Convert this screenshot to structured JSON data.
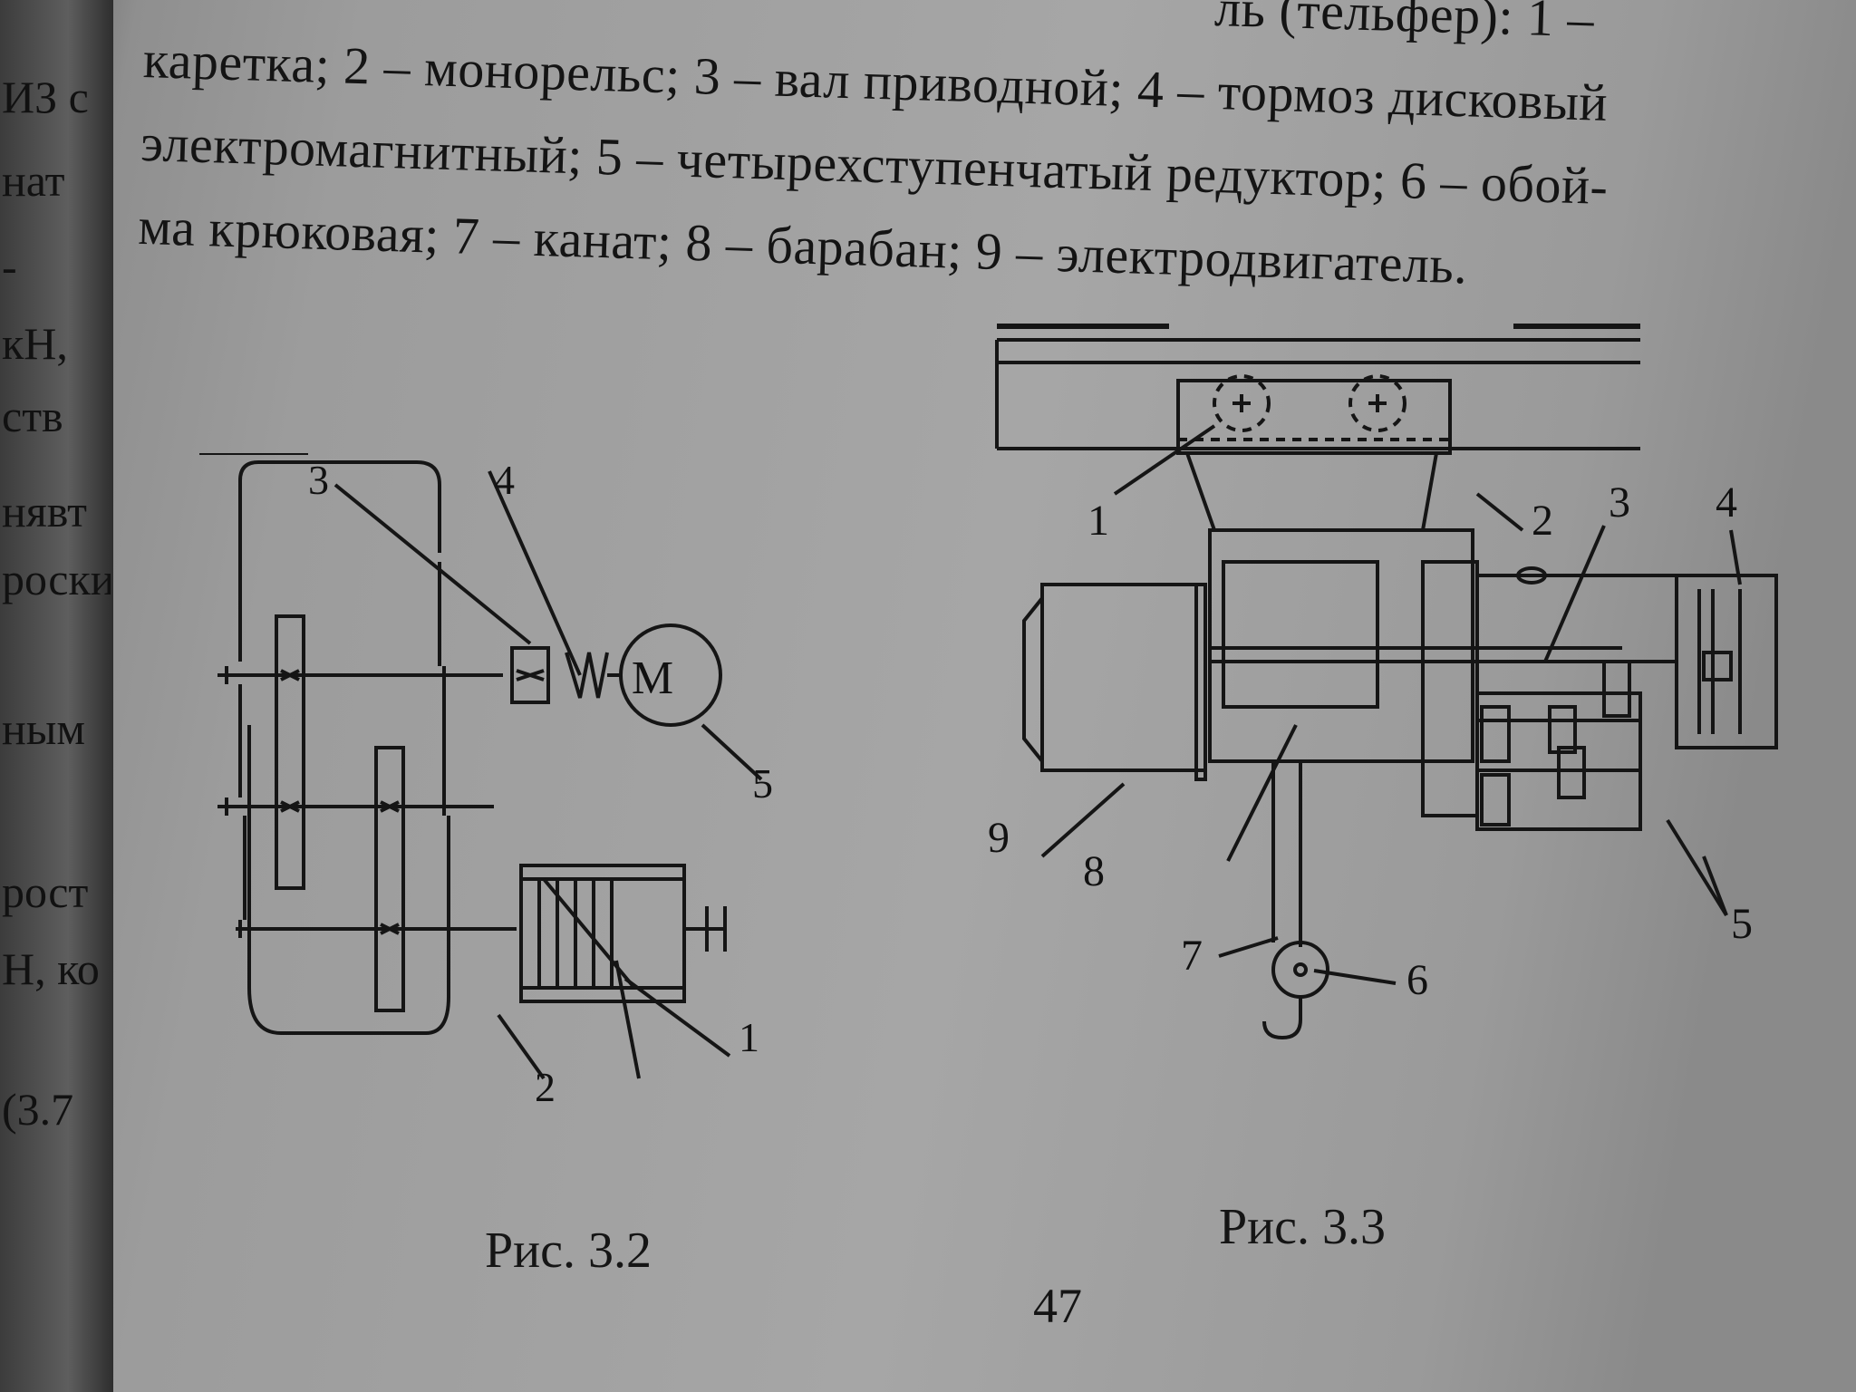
{
  "prev_page_fragments": [
    "ИЗ с",
    "нат",
    "-",
    "кН,",
    "ств",
    "нявт",
    "роски",
    "ным",
    "рост",
    "Н, ко",
    "(3.7"
  ],
  "caption_lines": [
    "ль (тельфер): 1 –",
    "каретка; 2 – монорельс; 3 – вал приводной; 4 – тормоз дисковый",
    "электромагнитный; 5 – четырехступенчатый редуктор; 6 – обой-",
    "ма крюковая; 7 – канат; 8 – барабан; 9 – электродвигатель."
  ],
  "fig32": {
    "title": "Рис. 3.2",
    "motor_symbol": "М",
    "labels": [
      "1",
      "2",
      "3",
      "4",
      "5"
    ]
  },
  "fig33": {
    "title": "Рис. 3.3",
    "labels": [
      "1",
      "2",
      "3",
      "4",
      "5",
      "6",
      "7",
      "8",
      "9"
    ]
  },
  "page_number": "47"
}
